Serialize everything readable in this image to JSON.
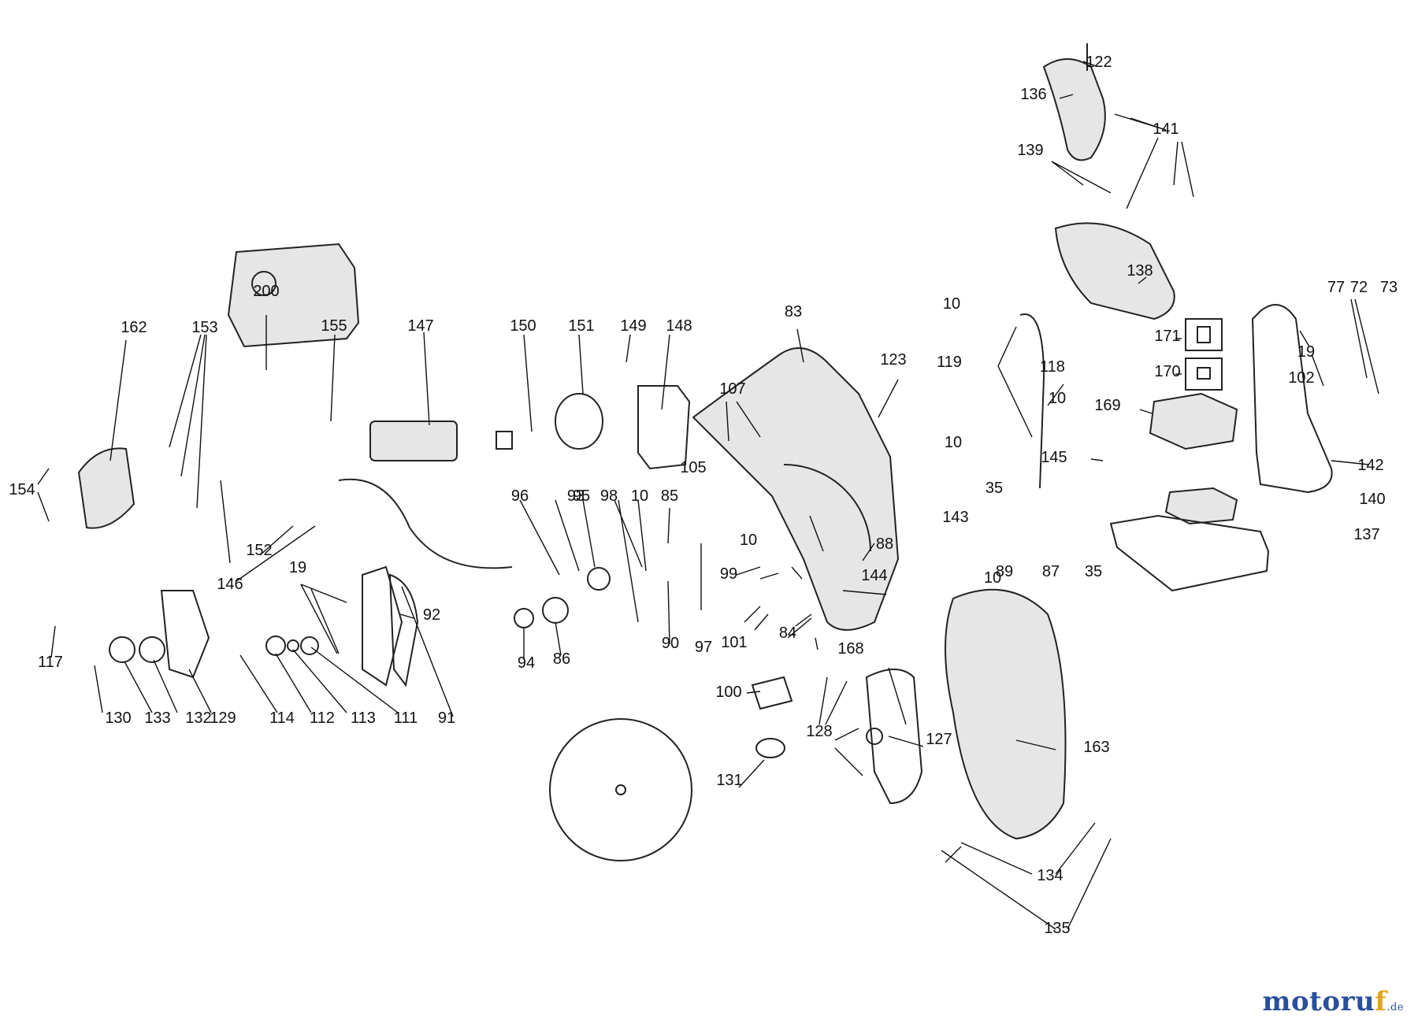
{
  "brand": {
    "name_a": "motoru",
    "name_b": "f",
    "suffix": ".de",
    "accent_blue": "#2a4f9c",
    "accent_orange": "#e3a51d"
  },
  "labels": [
    "122",
    "136",
    "141",
    "139",
    "138",
    "171",
    "170",
    "169",
    "77",
    "72",
    "73",
    "19",
    "102",
    "142",
    "140",
    "137",
    "10",
    "119",
    "118",
    "10",
    "145",
    "10",
    "123",
    "83",
    "107",
    "105",
    "10",
    "35",
    "143",
    "88",
    "89",
    "87",
    "35",
    "144",
    "10",
    "200",
    "162",
    "153",
    "155",
    "147",
    "150",
    "151",
    "149",
    "148",
    "154",
    "152",
    "146",
    "96",
    "93",
    "95",
    "98",
    "10",
    "85",
    "97",
    "99",
    "101",
    "84",
    "168",
    "94",
    "86",
    "90",
    "19",
    "92",
    "117",
    "130",
    "133",
    "132",
    "129",
    "114",
    "112",
    "113",
    "111",
    "91",
    "100",
    "128",
    "127",
    "163",
    "131",
    "134",
    "135"
  ]
}
